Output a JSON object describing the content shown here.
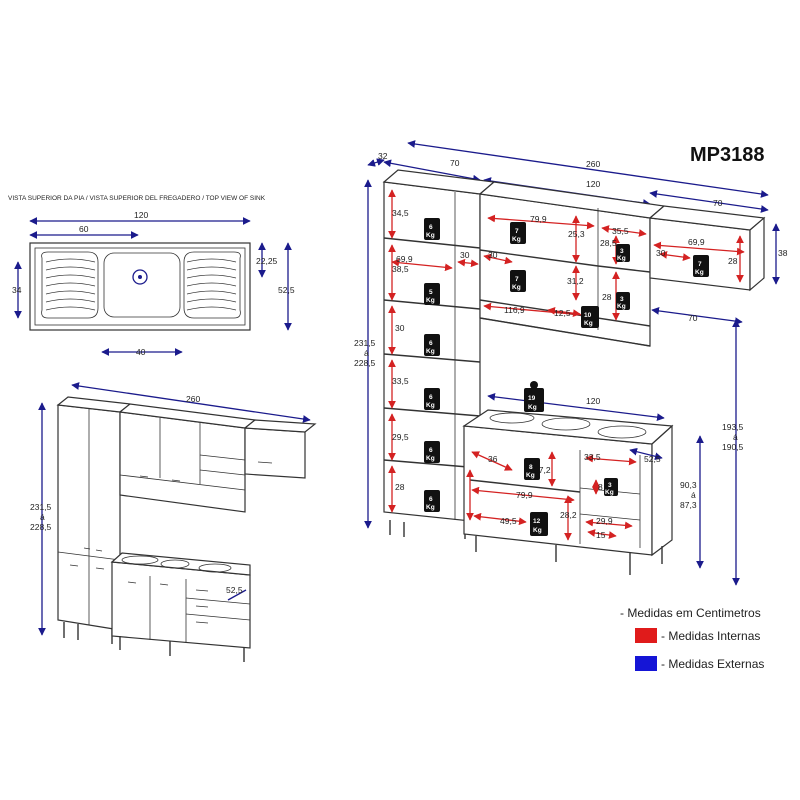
{
  "model_code": "MP3188",
  "sink_top_view": {
    "title": "VISTA SUPERIOR DA PIA / VISTA SUPERIOR DEL FREGADERO / TOP VIEW OF SINK",
    "dims": [
      "120",
      "60",
      "22,25",
      "34",
      "52,5",
      "40"
    ]
  },
  "overview": {
    "width": "260",
    "height_a": "231,5",
    "height_sep": "á",
    "height_b": "228,5",
    "depth": "52,5"
  },
  "main_view": {
    "external": {
      "depth_top": "32",
      "w_tower": "70",
      "w_total": "260",
      "w_mid": "120",
      "w_right": "70",
      "h_total_a": "231,5",
      "h_sep": "á",
      "h_total_b": "228,5",
      "h_right_cab": "38",
      "w_lower_right": "70",
      "w_counter": "120",
      "h_wall_a": "193,5",
      "h_wall_sep": "á",
      "h_wall_b": "190,5",
      "depth_counter": "52,5",
      "h_counter_a": "90,3",
      "h_counter_sep": "á",
      "h_counter_b": "87,3"
    },
    "internal": {
      "t1": "34,5",
      "t2": "38,5",
      "t3": "30",
      "t4": "33,5",
      "t5": "29,5",
      "t6": "28",
      "tw": "69,9",
      "tw2": "30",
      "m1": "79,9",
      "m2": "25,3",
      "m3": "35,5",
      "m4": "28,5",
      "m5": "31,2",
      "m6": "28",
      "m7": "116,9",
      "m8": "12,5",
      "r1": "69,9",
      "r2": "30",
      "r3": "28",
      "c1": "36",
      "c2": "27,2",
      "c3": "33,5",
      "c4": "8",
      "c5": "79,9",
      "c6": "28,2",
      "c7": "49,5",
      "c8": "29,9",
      "c9": "15"
    },
    "weights": {
      "unit": "Kg",
      "w_tower_1": "6",
      "w_tower_2": "5",
      "w_tower_3": "6",
      "w_tower_4": "6",
      "w_tower_5": "6",
      "w_tower_6": "6",
      "w_mid_1": "7",
      "w_mid_2": "7",
      "w_mid_3": "3",
      "w_mid_4": "3",
      "w_mid_5": "10",
      "w_right": "7",
      "w_counter_top": "19",
      "w_counter_1": "8",
      "w_counter_2": "3",
      "w_counter_3": "12"
    }
  },
  "legend": {
    "title": "- Medidas em Centimetros",
    "internal": "- Medidas Internas",
    "external": "- Medidas Externas",
    "internal_color": "#e01b1b",
    "external_color": "#1515d6"
  }
}
